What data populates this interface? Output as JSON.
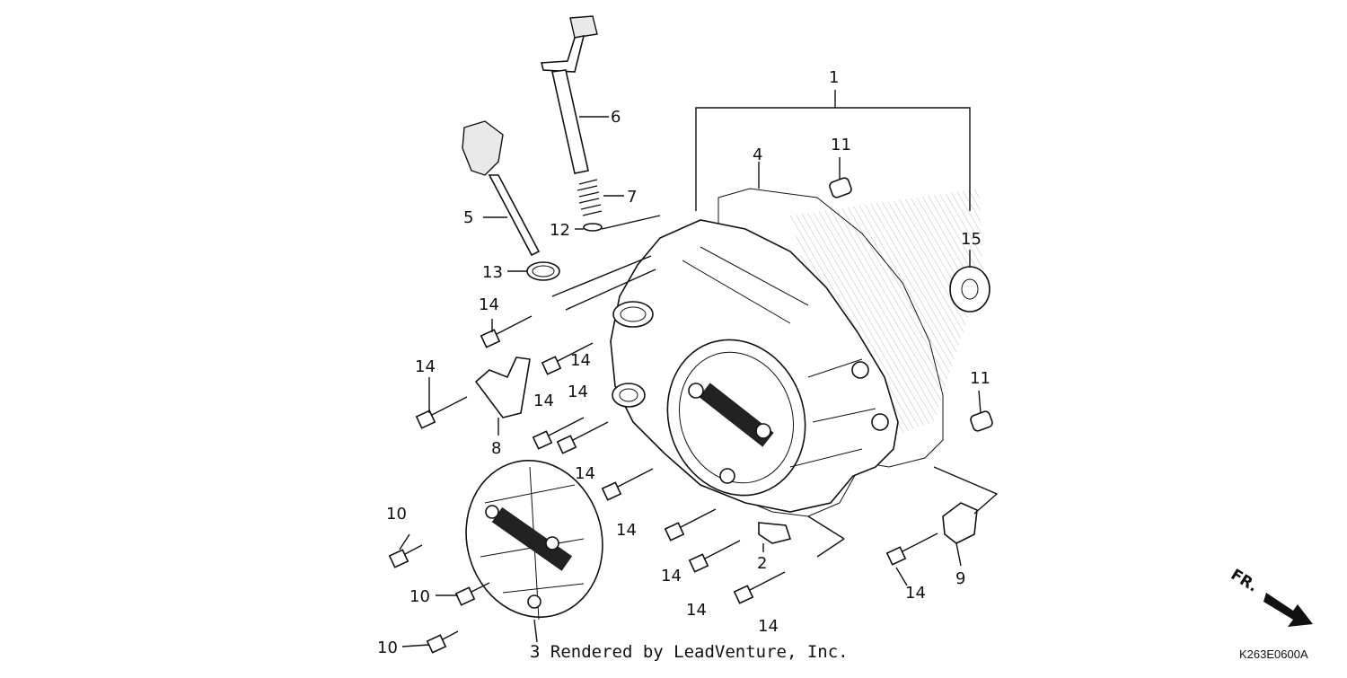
{
  "diagram": {
    "footer_credit": "3 Rendered by LeadVenture, Inc.",
    "drawing_code": "K263E0600A",
    "front_indicator": "FR.",
    "callouts": [
      {
        "id": "c1",
        "label": "1"
      },
      {
        "id": "c2",
        "label": "2"
      },
      {
        "id": "c4",
        "label": "4"
      },
      {
        "id": "c5",
        "label": "5"
      },
      {
        "id": "c6",
        "label": "6"
      },
      {
        "id": "c7",
        "label": "7"
      },
      {
        "id": "c8",
        "label": "8"
      },
      {
        "id": "c9",
        "label": "9"
      },
      {
        "id": "c10a",
        "label": "10"
      },
      {
        "id": "c10b",
        "label": "10"
      },
      {
        "id": "c10c",
        "label": "10"
      },
      {
        "id": "c11a",
        "label": "11"
      },
      {
        "id": "c11b",
        "label": "11"
      },
      {
        "id": "c12",
        "label": "12"
      },
      {
        "id": "c13",
        "label": "13"
      },
      {
        "id": "c14a",
        "label": "14"
      },
      {
        "id": "c14b",
        "label": "14"
      },
      {
        "id": "c14c",
        "label": "14"
      },
      {
        "id": "c14d",
        "label": "14"
      },
      {
        "id": "c14e",
        "label": "14"
      },
      {
        "id": "c14f",
        "label": "14"
      },
      {
        "id": "c14g",
        "label": "14"
      },
      {
        "id": "c14h",
        "label": "14"
      },
      {
        "id": "c14i",
        "label": "14"
      },
      {
        "id": "c14j",
        "label": "14"
      },
      {
        "id": "c14k",
        "label": "14"
      },
      {
        "id": "c15",
        "label": "15"
      }
    ]
  }
}
